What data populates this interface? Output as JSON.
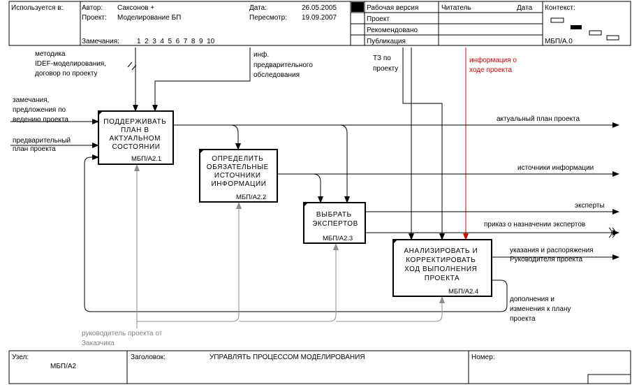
{
  "header": {
    "used_at": "Используется в:",
    "author_label": "Автор:",
    "author_value": "Саксонов +",
    "project_label": "Проект:",
    "project_value": "Моделирование БП",
    "date_label": "Дата:",
    "date_value": "26.05.2005",
    "revision_label": "Пересмотр:",
    "revision_value": "19.09.2007",
    "notes_label": "Замечания:",
    "notes_numbers": "1  2  3  4  5  6  7  8  9  10",
    "status_working": "Рабочая версия",
    "status_draft": "Проект",
    "status_recommended": "Рекомендовано",
    "status_publication": "Публикация",
    "reader_label": "Читатель",
    "reader_date_label": "Дата",
    "context_label": "Контекст:",
    "context_node": "МБП/А.0"
  },
  "boxes": [
    {
      "lines": [
        "ПОДДЕРЖИВАТЬ",
        "ПЛАН В",
        "АКТУАЛЬНОМ",
        "СОСТОЯНИИ"
      ],
      "code": "МБП/А2.1"
    },
    {
      "lines": [
        "ОПРЕДЕЛИТЬ",
        "ОБЯЗАТЕЛЬНЫЕ",
        "ИСТОЧНИКИ",
        "ИНФОРМАЦИИ"
      ],
      "code": "МБП/А2.2"
    },
    {
      "lines": [
        "ВЫБРАТЬ",
        "ЭКСПЕРТОВ"
      ],
      "code": "МБП/А2.3"
    },
    {
      "lines": [
        "АНАЛИЗИРОВАТЬ И",
        "КОРРЕКТИРОВАТЬ",
        "ХОД ВЫПОЛНЕНИЯ",
        "ПРОЕКТА"
      ],
      "code": "МБП/А2.4"
    }
  ],
  "arrows": {
    "methodology": [
      "методика",
      "IDEF-моделирования,",
      "договор по проекту"
    ],
    "preliminary_info": [
      "инф.",
      "предварительного",
      "обследования"
    ],
    "tz": [
      "ТЗ по",
      "проекту"
    ],
    "progress_info": [
      "информация о",
      "ходе проекта"
    ],
    "remarks": [
      "замечания,",
      "предложения по",
      "ведению проекта"
    ],
    "preliminary_plan": [
      "предварительный",
      "план проекта"
    ],
    "actual_plan": "актуальный план проекта",
    "info_sources": "источники информации",
    "experts": "эксперты",
    "order": "приказ о назначении экспертов",
    "instructions": [
      "указания и распоряжения",
      "Руководителя проекта"
    ],
    "additions": [
      "дополнения и",
      "изменения к плану",
      "проекта"
    ],
    "customer_manager": [
      "руководитель проекта от",
      "Заказчика"
    ]
  },
  "footer": {
    "node_label": "Узел:",
    "node_value": "МБП/А2",
    "title_label": "Заголовок:",
    "title_value": "УПРАВЛЯТЬ ПРОЦЕССОМ МОДЕЛИРОВАНИЯ",
    "number_label": "Номер:"
  },
  "colors": {
    "line": "#000000",
    "red_arrow": "#d40000",
    "gray_arrow": "#8c8c8c"
  }
}
